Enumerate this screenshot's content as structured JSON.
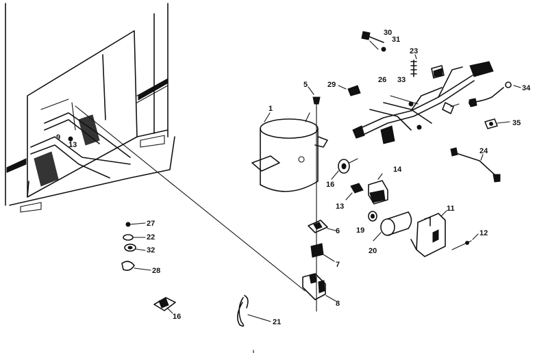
{
  "callouts": [
    {
      "id": "c1",
      "text": "1"
    },
    {
      "id": "c5",
      "text": "5"
    },
    {
      "id": "c6",
      "text": "6"
    },
    {
      "id": "c7",
      "text": "7"
    },
    {
      "id": "c8",
      "text": "8"
    },
    {
      "id": "c9",
      "text": "9"
    },
    {
      "id": "c11",
      "text": "11"
    },
    {
      "id": "c12",
      "text": "12"
    },
    {
      "id": "c13a",
      "text": "13"
    },
    {
      "id": "c13b",
      "text": "13"
    },
    {
      "id": "c14",
      "text": "14"
    },
    {
      "id": "c16a",
      "text": "16"
    },
    {
      "id": "c16b",
      "text": "16"
    },
    {
      "id": "c19",
      "text": "19"
    },
    {
      "id": "c20",
      "text": "20"
    },
    {
      "id": "c21",
      "text": "21"
    },
    {
      "id": "c22",
      "text": "22"
    },
    {
      "id": "c23",
      "text": "23"
    },
    {
      "id": "c24",
      "text": "24"
    },
    {
      "id": "c26",
      "text": "26"
    },
    {
      "id": "c27",
      "text": "27"
    },
    {
      "id": "c28",
      "text": "28"
    },
    {
      "id": "c29",
      "text": "29"
    },
    {
      "id": "c30",
      "text": "30"
    },
    {
      "id": "c31",
      "text": "31"
    },
    {
      "id": "c32",
      "text": "32"
    },
    {
      "id": "c33",
      "text": "33"
    },
    {
      "id": "c34",
      "text": "34"
    },
    {
      "id": "c35",
      "text": "35"
    }
  ]
}
